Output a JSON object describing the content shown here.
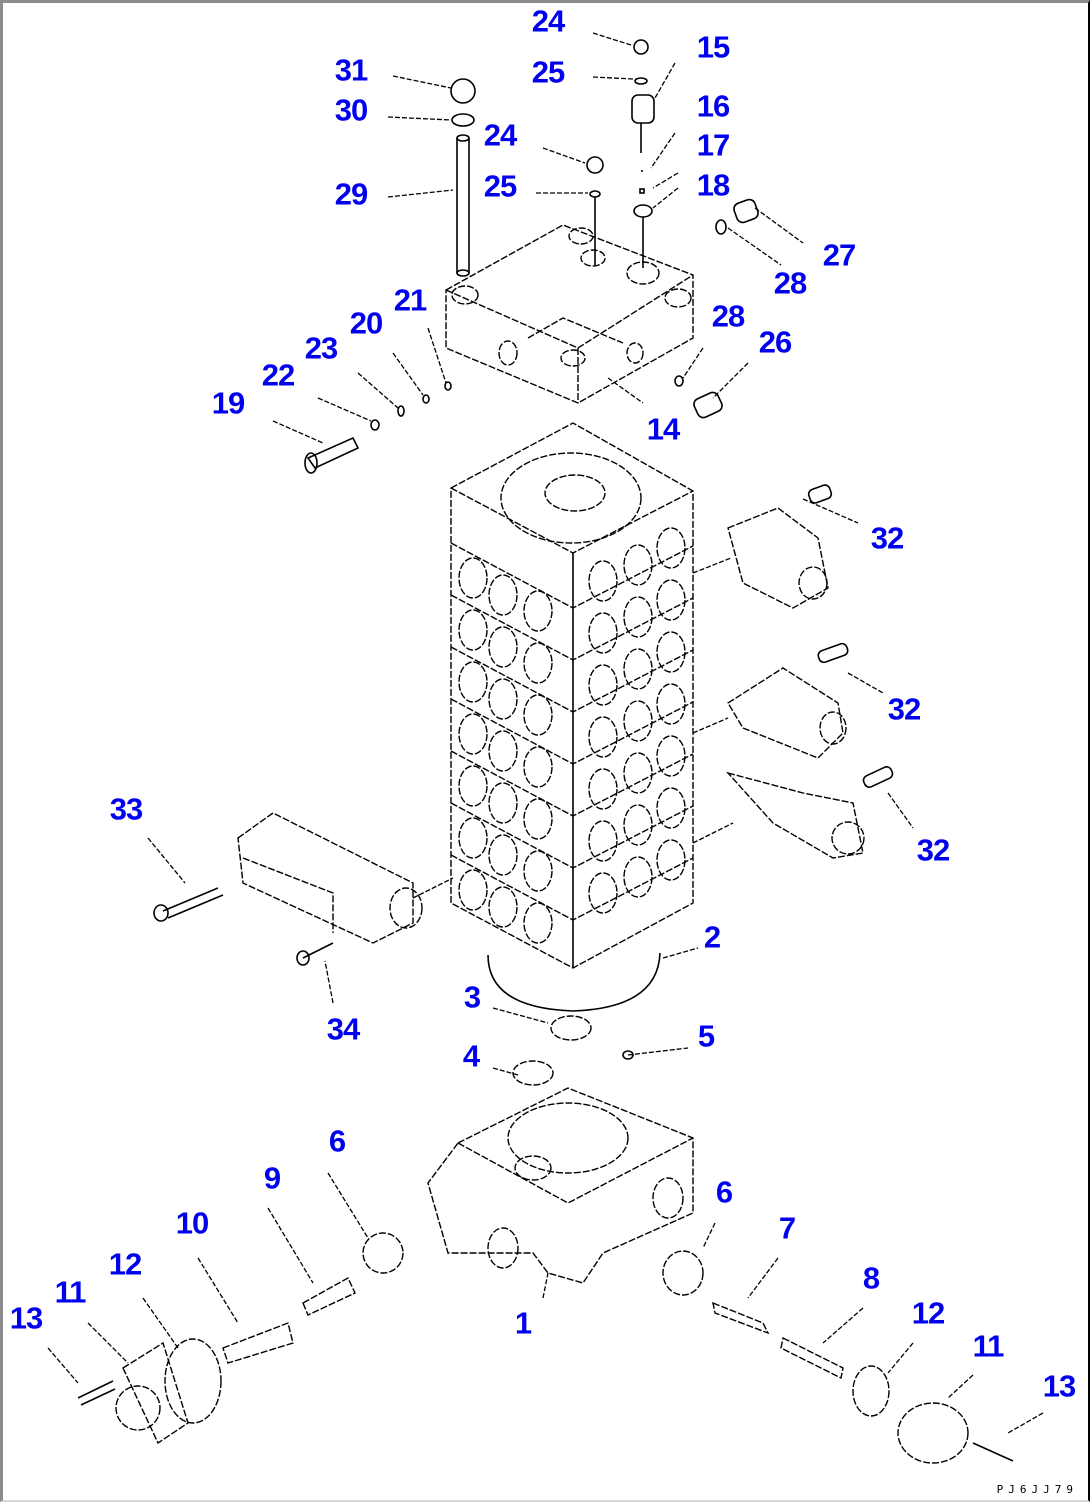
{
  "diagram": {
    "type": "exploded-parts-diagram",
    "subject": "control valve assembly",
    "label_color": "#0000ee",
    "drawing_code": "PJ6JJ79",
    "callouts": [
      {
        "id": "c24a",
        "text": "24"
      },
      {
        "id": "c15",
        "text": "15"
      },
      {
        "id": "c25a",
        "text": "25"
      },
      {
        "id": "c31",
        "text": "31"
      },
      {
        "id": "c30",
        "text": "30"
      },
      {
        "id": "c16",
        "text": "16"
      },
      {
        "id": "c24b",
        "text": "24"
      },
      {
        "id": "c17",
        "text": "17"
      },
      {
        "id": "c25b",
        "text": "25"
      },
      {
        "id": "c18",
        "text": "18"
      },
      {
        "id": "c29",
        "text": "29"
      },
      {
        "id": "c27",
        "text": "27"
      },
      {
        "id": "c28a",
        "text": "28"
      },
      {
        "id": "c21",
        "text": "21"
      },
      {
        "id": "c20",
        "text": "20"
      },
      {
        "id": "c28b",
        "text": "28"
      },
      {
        "id": "c23",
        "text": "23"
      },
      {
        "id": "c26",
        "text": "26"
      },
      {
        "id": "c22",
        "text": "22"
      },
      {
        "id": "c19",
        "text": "19"
      },
      {
        "id": "c14",
        "text": "14"
      },
      {
        "id": "c32a",
        "text": "32"
      },
      {
        "id": "c32b",
        "text": "32"
      },
      {
        "id": "c33",
        "text": "33"
      },
      {
        "id": "c32c",
        "text": "32"
      },
      {
        "id": "c2",
        "text": "2"
      },
      {
        "id": "c3",
        "text": "3"
      },
      {
        "id": "c34",
        "text": "34"
      },
      {
        "id": "c5",
        "text": "5"
      },
      {
        "id": "c4",
        "text": "4"
      },
      {
        "id": "c6a",
        "text": "6"
      },
      {
        "id": "c9",
        "text": "9"
      },
      {
        "id": "c6b",
        "text": "6"
      },
      {
        "id": "c10",
        "text": "10"
      },
      {
        "id": "c7",
        "text": "7"
      },
      {
        "id": "c12a",
        "text": "12"
      },
      {
        "id": "c8",
        "text": "8"
      },
      {
        "id": "c11a",
        "text": "11"
      },
      {
        "id": "c13a",
        "text": "13"
      },
      {
        "id": "c1",
        "text": "1"
      },
      {
        "id": "c12b",
        "text": "12"
      },
      {
        "id": "c11b",
        "text": "11"
      },
      {
        "id": "c13b",
        "text": "13"
      }
    ]
  }
}
